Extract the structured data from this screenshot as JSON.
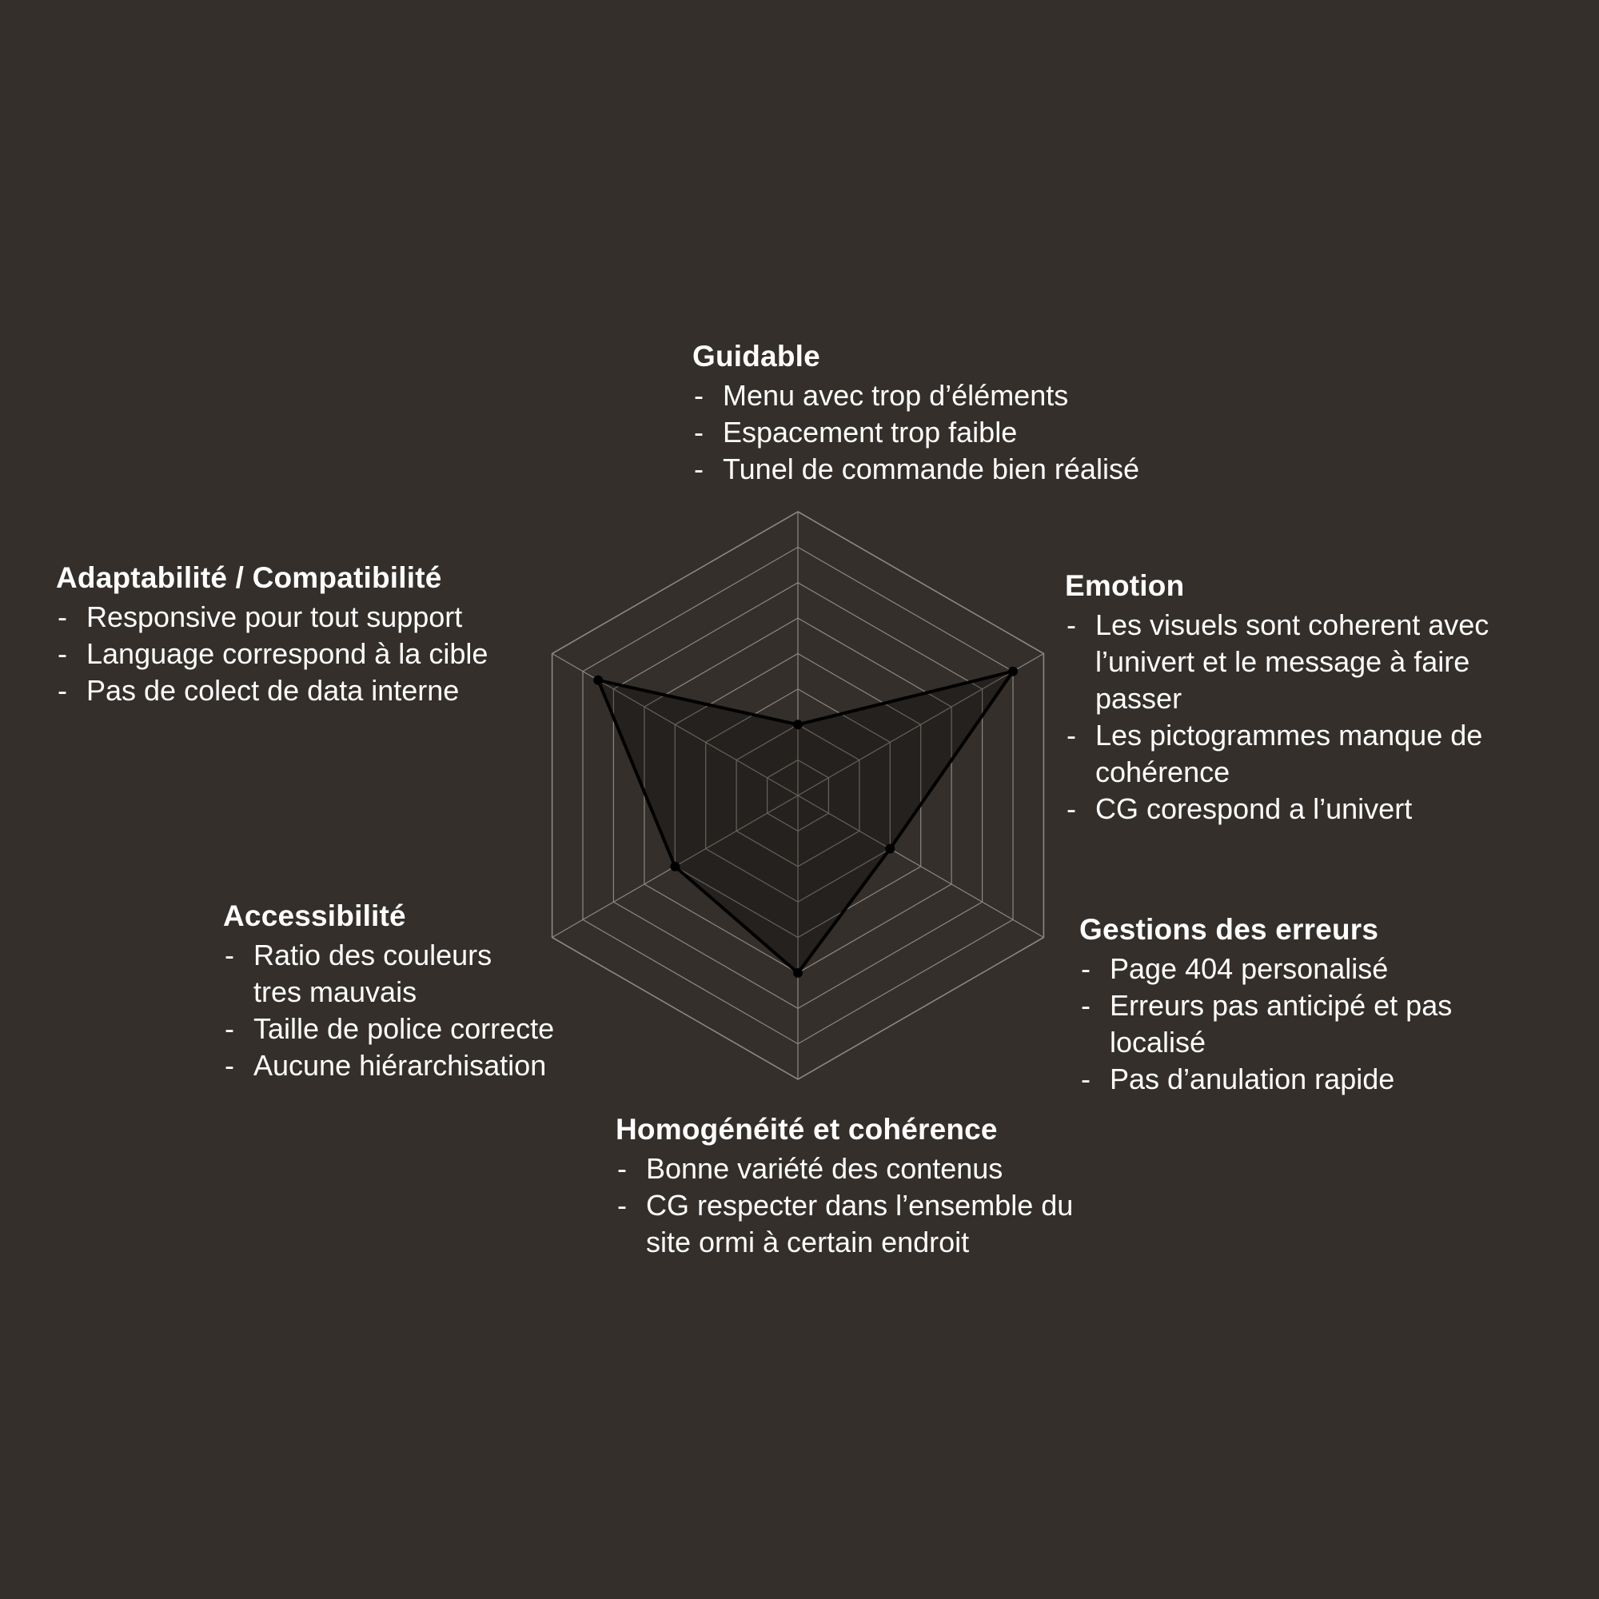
{
  "chart_data": {
    "type": "radar",
    "levels": 8,
    "range": [
      0,
      8
    ],
    "axes": [
      {
        "name": "Guidable",
        "value": 2,
        "notes": [
          "Menu avec trop d’éléments",
          "Espacement trop faible",
          "Tunel de commande bien réalisé"
        ]
      },
      {
        "name": "Emotion",
        "value": 7,
        "notes": [
          "Les visuels sont coherent avec l’univert et le message à faire passer",
          "Les  pictogrammes manque de cohérence",
          "CG corespond a l’univert"
        ]
      },
      {
        "name": "Gestions des erreurs",
        "value": 3,
        "notes": [
          "Page 404 personalisé",
          "Erreurs pas anticipé et pas localisé",
          "Pas d’anulation rapide"
        ]
      },
      {
        "name": "Homogénéité et cohérence",
        "value": 5,
        "notes": [
          "Bonne variété des contenus",
          "CG respecter dans l’ensemble du site ormi à certain endroit"
        ]
      },
      {
        "name": "Accessibilité",
        "value": 4,
        "notes": [
          "Ratio des couleurs tres mauvais",
          "Taille de police correcte",
          "Aucune hiérarchisation"
        ]
      },
      {
        "name": "Adaptabilité / Compatibilité",
        "value": 6.5,
        "notes": [
          "Responsive pour tout support",
          "Language correspond à la cible",
          "Pas de colect de data interne"
        ]
      }
    ]
  },
  "colors": {
    "background": "#342f2a",
    "grid": "#8c8782",
    "series_stroke": "#000000",
    "series_fill": "#000000",
    "text": "#ffffff"
  }
}
